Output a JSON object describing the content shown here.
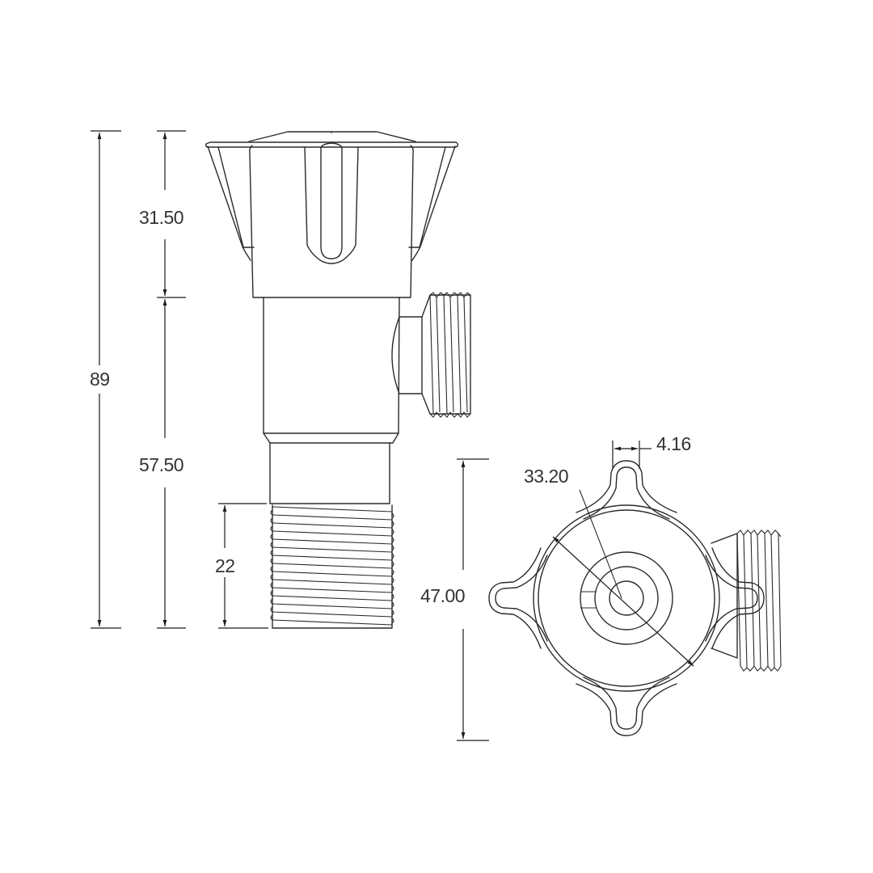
{
  "drawing": {
    "title": "Angle valve technical drawing",
    "side_view": {
      "dimensions": {
        "overall_height": "89",
        "handle_height": "31.50",
        "body_height": "57.50",
        "thread_length": "22"
      }
    },
    "top_view": {
      "dimensions": {
        "handle_span": "47.00",
        "handle_diameter": "33.20",
        "lobe_width": "4.16"
      }
    },
    "colors": {
      "line": "#2a2a2a",
      "text": "#333333",
      "background": "#ffffff"
    }
  }
}
